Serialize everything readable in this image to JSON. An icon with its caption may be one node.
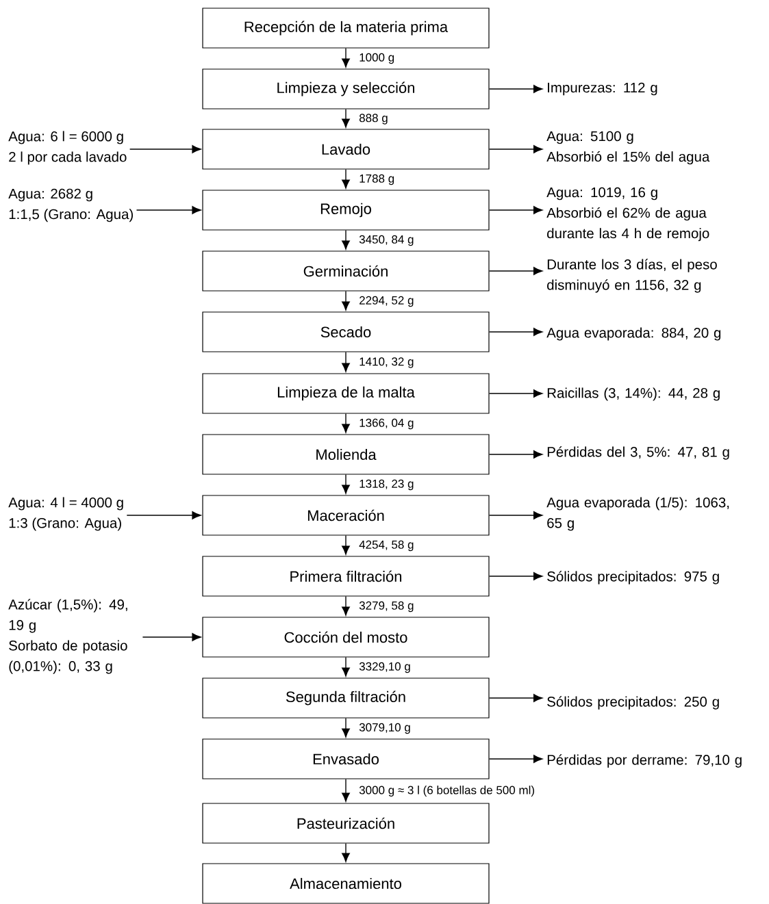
{
  "diagram": {
    "nodes": [
      {
        "text": [
          "Recepción de la materia prima"
        ]
      },
      {
        "text": [
          "Limpieza y selección"
        ]
      },
      {
        "text": [
          "Impurezas: 112 g"
        ]
      },
      {
        "text": [
          "Agua: 6 l = 6000 g",
          "2 l por cada lavado"
        ]
      },
      {
        "text": [
          "Lavado"
        ]
      },
      {
        "text": [
          "Agua: 5100 g",
          "Absorbió el 15% del agua"
        ]
      },
      {
        "text": [
          "Agua: 2682 g",
          "1:1,5 (Grano: Agua)"
        ]
      },
      {
        "text": [
          "Remojo"
        ]
      },
      {
        "text": [
          "Agua: 1019, 16 g",
          "Absorbió el 62% de agua durante las 4 h de remojo"
        ]
      },
      {
        "text": [
          "Germinación"
        ]
      },
      {
        "text": [
          "Durante los 3 días, el peso disminuyó en 1156, 32 g"
        ]
      },
      {
        "text": [
          "Secado"
        ]
      },
      {
        "text": [
          "Agua evaporada: 884, 20 g"
        ]
      },
      {
        "text": [
          "Limpieza de la malta"
        ]
      },
      {
        "text": [
          "Raicillas (3, 14%): 44, 28 g"
        ]
      },
      {
        "text": [
          "Molienda"
        ]
      },
      {
        "text": [
          "Pérdidas del 3, 5%: 47, 81 g"
        ]
      },
      {
        "text": [
          "Agua: 4 l = 4000 g",
          "1:3 (Grano: Agua)"
        ]
      },
      {
        "text": [
          "Maceración"
        ]
      },
      {
        "text": [
          "Agua evaporada (1/5): 1063, 65 g"
        ]
      },
      {
        "text": [
          "Primera filtración"
        ]
      },
      {
        "text": [
          "Sólidos precipitados: 975 g"
        ]
      },
      {
        "text": [
          "Azúcar (1,5%): 49, 19 g",
          "Sorbato de potasio (0,01%): 0, 33 g"
        ]
      },
      {
        "text": [
          "Cocción del mosto"
        ]
      },
      {
        "text": [
          "Segunda filtración"
        ]
      },
      {
        "text": [
          "Sólidos precipitados: 250 g"
        ]
      },
      {
        "text": [
          "Envasado"
        ]
      },
      {
        "text": [
          "Pérdidas por derrame: 79,10 g"
        ]
      },
      {
        "text": [
          "Pasteurización"
        ]
      },
      {
        "text": [
          "Almacenamiento"
        ]
      }
    ],
    "edges": [
      {
        "from": 0,
        "to": 1,
        "arrow": "to",
        "label": "1000 g"
      },
      {
        "from": 1,
        "to": 4,
        "arrow": "to",
        "label": "888 g"
      },
      {
        "from": 4,
        "to": 7,
        "arrow": "to",
        "label": "1788 g"
      },
      {
        "from": 7,
        "to": 9,
        "arrow": "to",
        "label": "3450, 84 g"
      },
      {
        "from": 9,
        "to": 11,
        "arrow": "to",
        "label": "2294, 52 g"
      },
      {
        "from": 11,
        "to": 13,
        "arrow": "to",
        "label": "1410, 32 g"
      },
      {
        "from": 13,
        "to": 15,
        "arrow": "to",
        "label": "1366, 04 g"
      },
      {
        "from": 15,
        "to": 18,
        "arrow": "to",
        "label": "1318, 23 g"
      },
      {
        "from": 18,
        "to": 20,
        "arrow": "to",
        "label": "4254, 58 g"
      },
      {
        "from": 20,
        "to": 23,
        "arrow": "to",
        "label": "3279, 58 g"
      },
      {
        "from": 23,
        "to": 24,
        "arrow": "to",
        "label": "3329,10 g"
      },
      {
        "from": 24,
        "to": 26,
        "arrow": "to",
        "label": "3079,10 g"
      },
      {
        "from": 26,
        "to": 28,
        "arrow": "to",
        "label": "3000 g ≈ 3 l (6 botellas de 500 ml)"
      },
      {
        "from": 28,
        "to": 29,
        "arrow": "to"
      },
      {
        "from": 1,
        "to": 2,
        "arrow": "to"
      },
      {
        "from": 3,
        "to": 4,
        "arrow": "to"
      },
      {
        "from": 4,
        "to": 5,
        "arrow": "to"
      },
      {
        "from": 6,
        "to": 7,
        "arrow": "to"
      },
      {
        "from": 7,
        "to": 8,
        "arrow": "to"
      },
      {
        "from": 9,
        "to": 10,
        "arrow": "to"
      },
      {
        "from": 11,
        "to": 12,
        "arrow": "to"
      },
      {
        "from": 13,
        "to": 14,
        "arrow": "to"
      },
      {
        "from": 15,
        "to": 16,
        "arrow": "to"
      },
      {
        "from": 17,
        "to": 18,
        "arrow": "to"
      },
      {
        "from": 18,
        "to": 19,
        "arrow": "to"
      },
      {
        "from": 20,
        "to": 21,
        "arrow": "to"
      },
      {
        "from": 22,
        "to": 23,
        "arrow": "to"
      },
      {
        "from": 24,
        "to": 25,
        "arrow": "to"
      },
      {
        "from": 26,
        "to": 27,
        "arrow": "to"
      }
    ]
  }
}
